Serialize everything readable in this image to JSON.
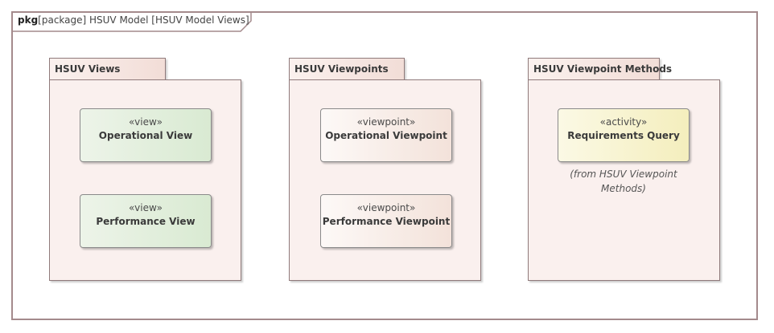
{
  "frame": {
    "keyword": "pkg",
    "title": "[package] HSUV Model [HSUV Model Views]"
  },
  "packages": [
    {
      "name": "HSUV Views",
      "elements": [
        {
          "stereotype": "«view»",
          "name": "Operational View",
          "kind": "view"
        },
        {
          "stereotype": "«view»",
          "name": "Performance View",
          "kind": "view"
        }
      ]
    },
    {
      "name": "HSUV Viewpoints",
      "elements": [
        {
          "stereotype": "«viewpoint»",
          "name": "Operational Viewpoint",
          "kind": "viewpoint"
        },
        {
          "stereotype": "«viewpoint»",
          "name": "Performance Viewpoint",
          "kind": "viewpoint"
        }
      ]
    },
    {
      "name": "HSUV Viewpoint Methods",
      "elements": [
        {
          "stereotype": "«activity»",
          "name": "Requirements Query",
          "kind": "activity",
          "note_line1": "(from HSUV Viewpoint",
          "note_line2": "Methods)"
        }
      ]
    }
  ],
  "colors": {
    "frame_border": "#a48a8c",
    "package_fill": "#faf0ee",
    "view_fill": "#d9ead2",
    "viewpoint_fill": "#f3e2da",
    "activity_fill": "#f4eebd"
  }
}
